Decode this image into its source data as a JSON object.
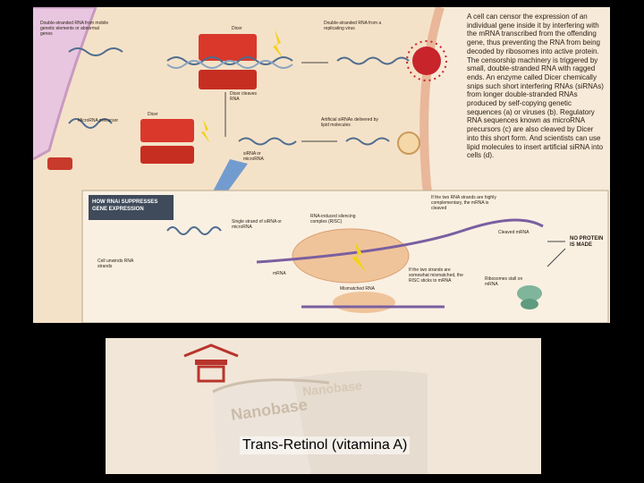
{
  "figure": {
    "label_a": "Double-stranded RNA from mobile genetic elements or abnormal genes",
    "label_b": "Double-stranded RNA from a replicating virus",
    "label_c": "MicroRNA precursor",
    "label_d": "Artificial siRNAs delivered by lipid molecules",
    "dicer_1": "Dicer",
    "dicer_2": "Dicer",
    "dicer_cleaves": "Dicer cleaves RNA",
    "sirna": "siRNA or microRNA",
    "paragraph": "A cell can censor the expression of an individual gene inside it by interfering with the mRNA transcribed from the offending gene, thus preventing the RNA from being decoded by ribosomes into active protein. The censorship machinery is triggered by small, double-stranded RNA with ragged ends. An enzyme called Dicer chemically snips such short interfering RNAs (siRNAs) from longer double-stranded RNAs produced by self-copying genetic sequences (a) or viruses (b). Regulatory RNA sequences known as microRNA precursors (c) are also cleaved by Dicer into this short form. And scientists can use lipid molecules to insert artificial siRNA into cells (d).",
    "box_title": "HOW RNAi SUPPRESSES GENE EXPRESSION",
    "cell_unwinds": "Cell unwinds RNA strands",
    "single_strand": "Single strand of siRNA or microRNA",
    "risc": "RNA-induced silencing complex (RISC)",
    "mrna": "mRNA",
    "mismatched": "Mismatched RNA",
    "complementary": "If the two RNA strands are highly complementary, the mRNA is cleaved",
    "cleaved": "Cleaved mRNA",
    "no_protein": "NO PROTEIN IS MADE",
    "somewhat_mismatched": "If the two strands are somewhat mismatched, the RISC sticks to mRNA",
    "ribosomes_stall": "Ribosomes stall on mRNA",
    "colors": {
      "background": "#f4e2c8",
      "membrane": "#e9b79a",
      "cell_left": "#e8c6e0",
      "dicer": "#d9382b",
      "rna": "#4f6d8f",
      "arrow": "#5b8fd0",
      "protein_blob": "#f0c49a"
    }
  },
  "product": {
    "caption": "Trans-Retinol (vitamina A)",
    "brand": "Nanobase",
    "colors": {
      "background": "#f2e6d8",
      "tube": "#ece4da",
      "symbol": "#b8342c"
    }
  }
}
